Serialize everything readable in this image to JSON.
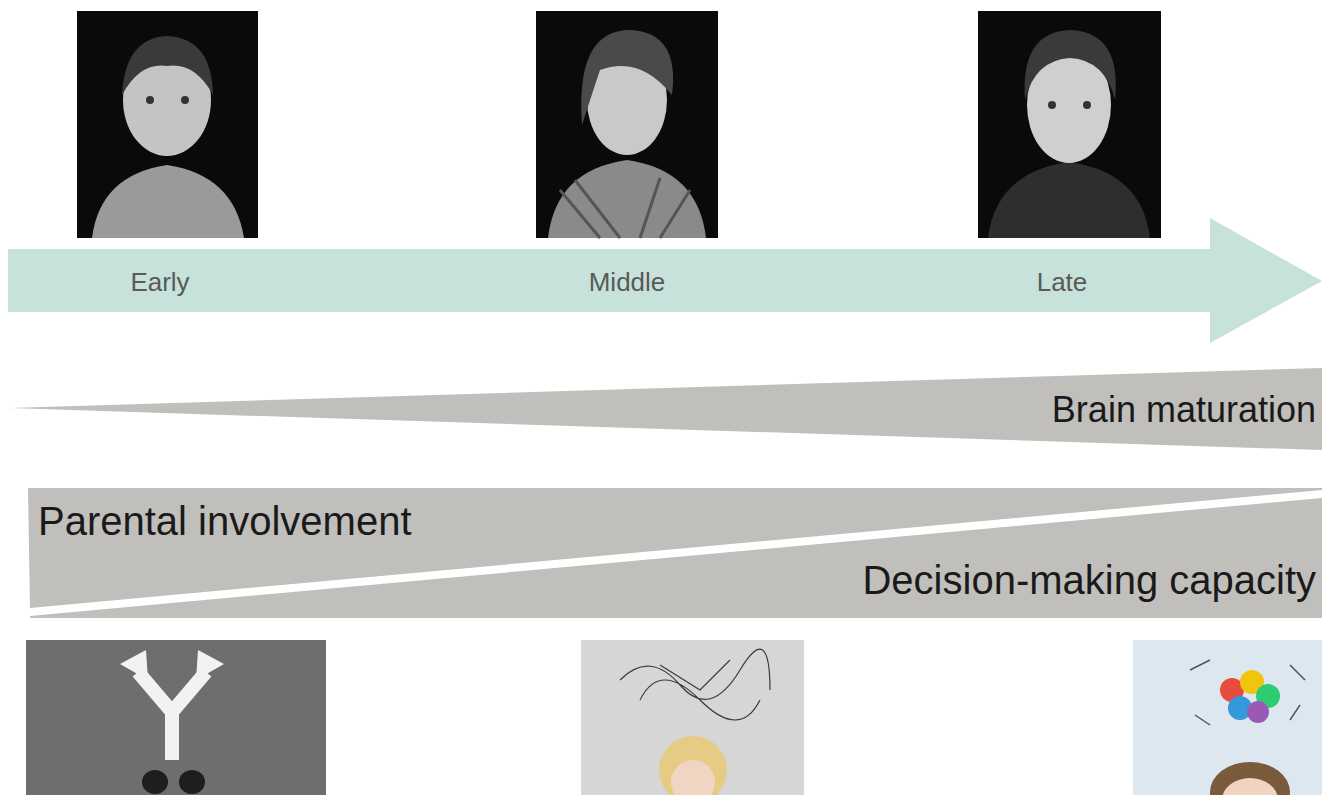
{
  "diagram": {
    "nodes": [
      {
        "text": [
          "Early",
          "Middle",
          "Late"
        ]
      },
      {
        "text": [
          "Brain maturation"
        ]
      },
      {
        "text": [
          "Parental involvement"
        ]
      },
      {
        "text": [
          "Decision-making capacity"
        ]
      }
    ]
  }
}
